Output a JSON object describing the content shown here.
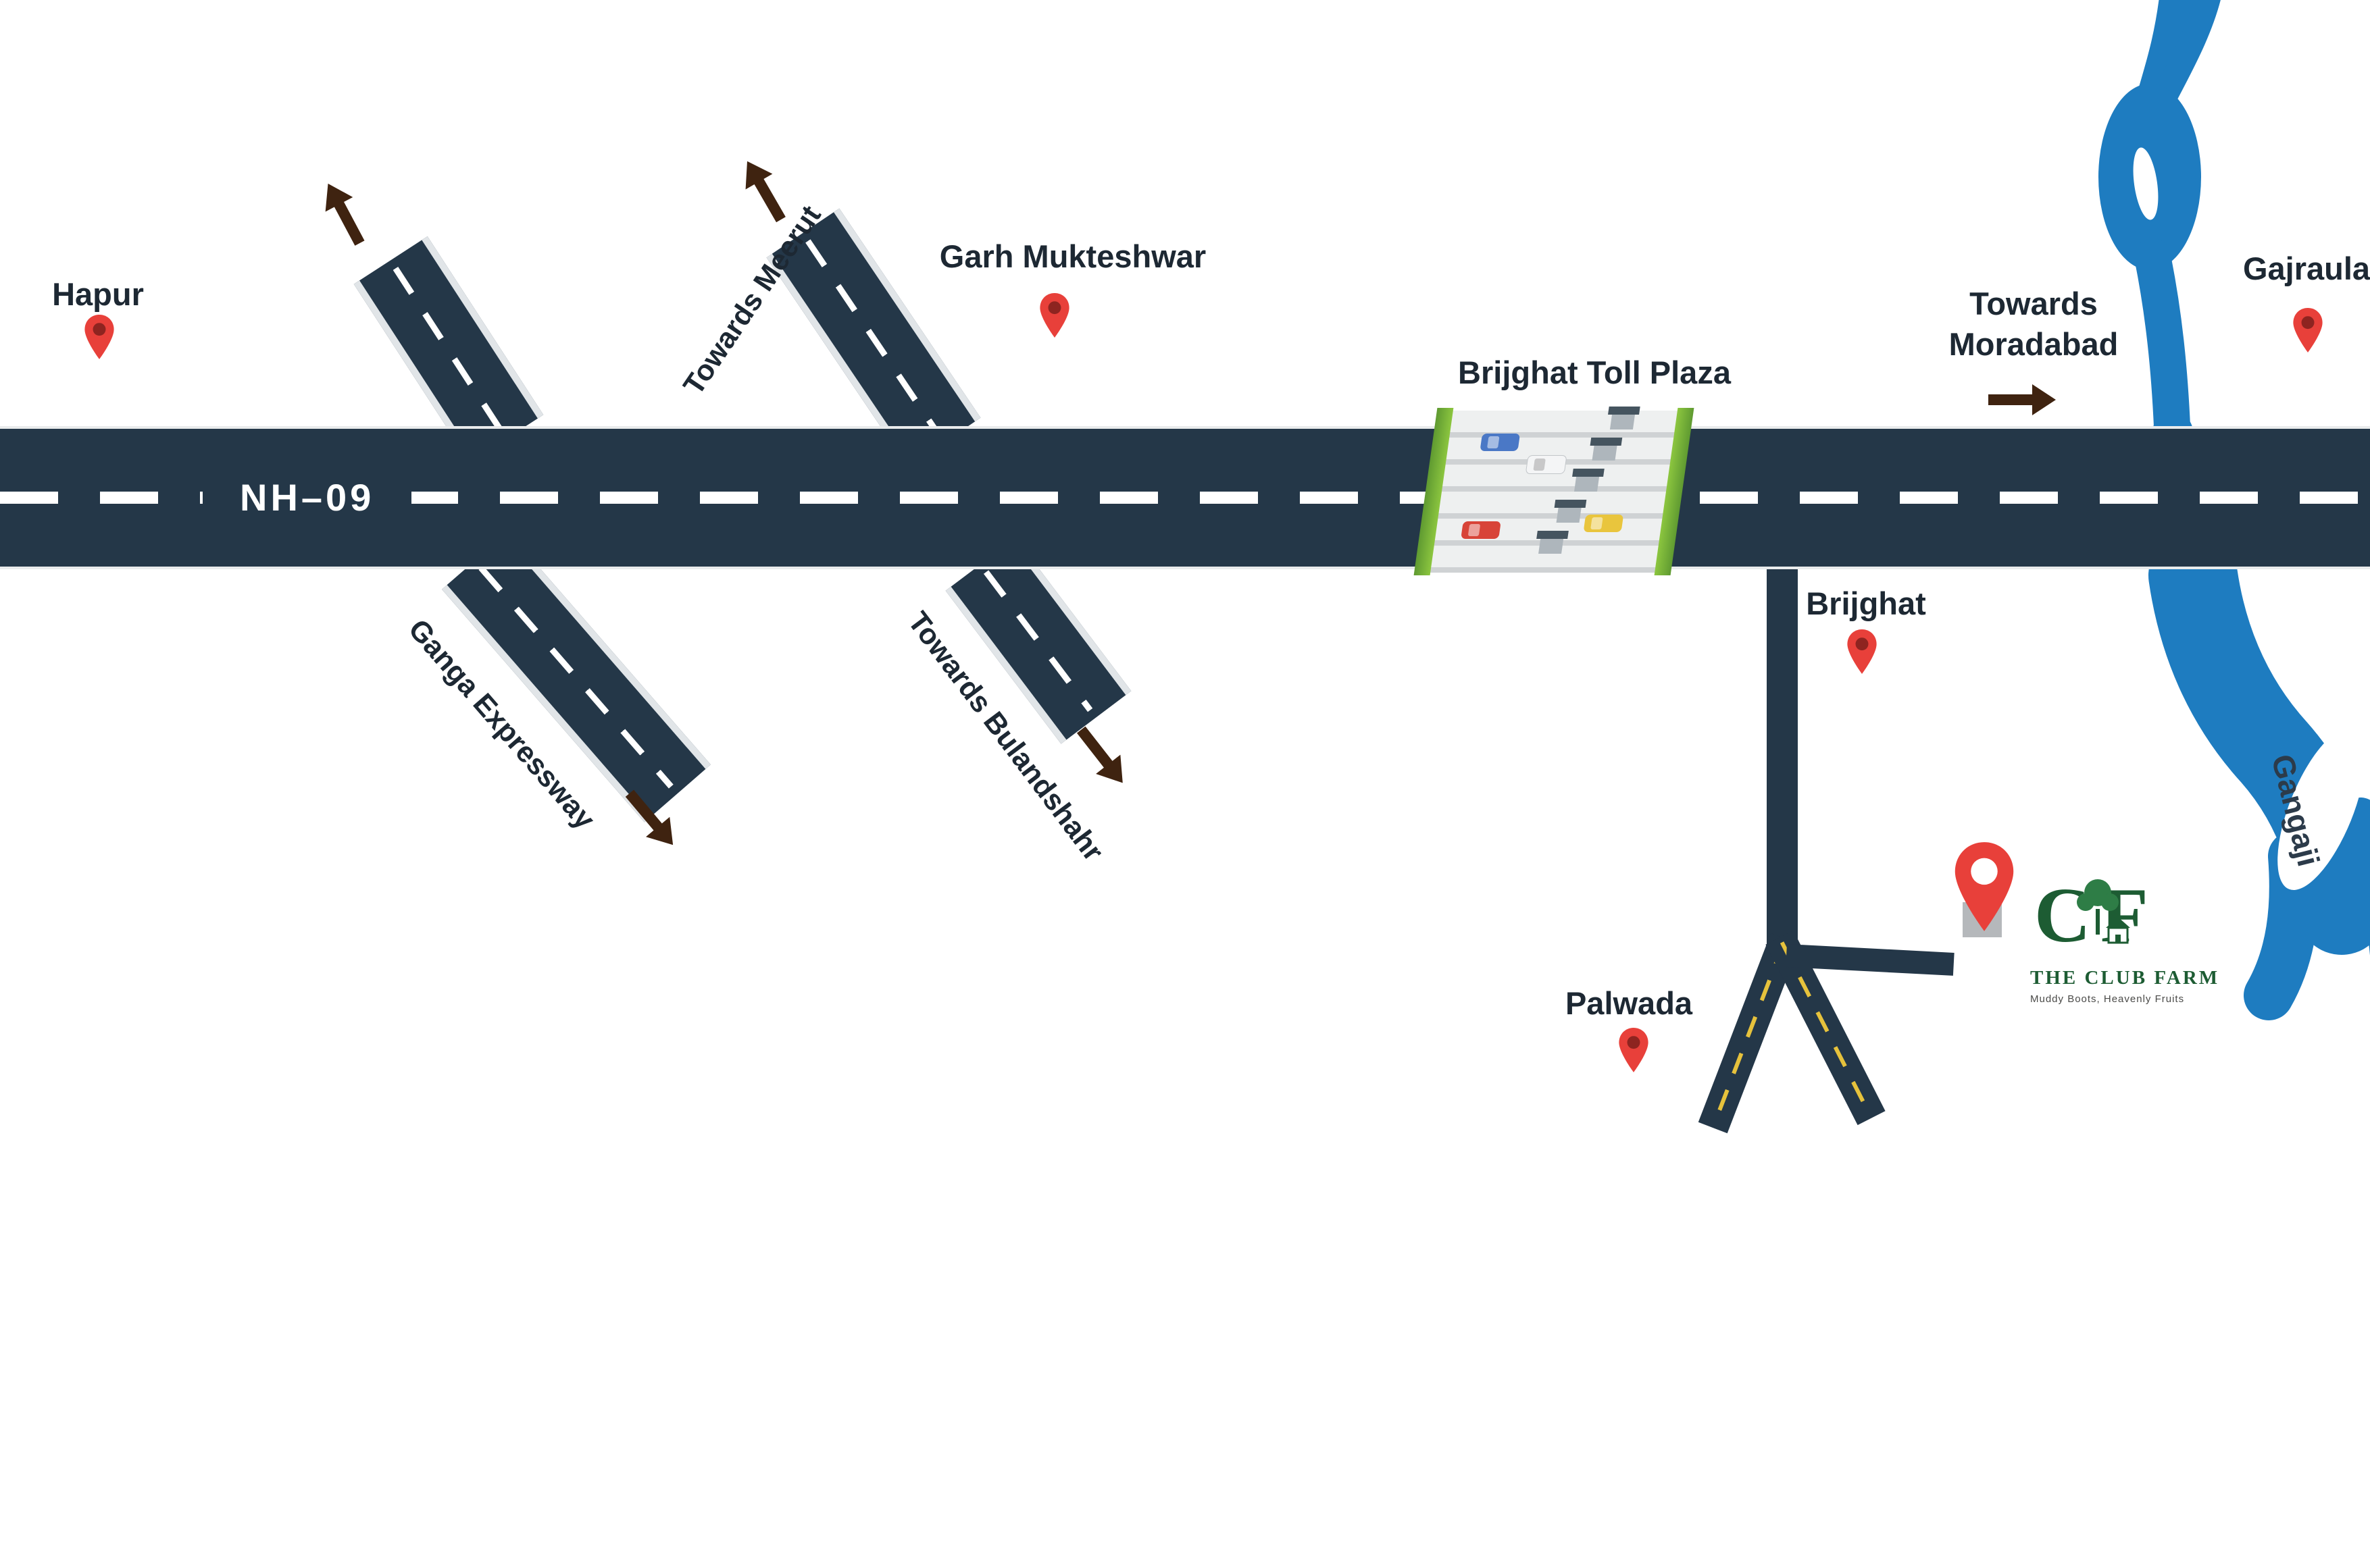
{
  "highway": {
    "label": "NH–09"
  },
  "places": {
    "hapur": "Hapur",
    "garh_mukteshwar": "Garh Mukteshwar",
    "gajraula": "Gajraula",
    "brijghat": "Brijghat",
    "palwada": "Palwada",
    "gangaji": "Gangaji"
  },
  "directions": {
    "towards_meerut": "Towards Meerut",
    "towards_bulandshahr": "Towards Bulandshahr",
    "towards_moradabad_line1": "Towards",
    "towards_moradabad_line2": "Moradabad",
    "ganga_expressway": "Ganga Expressway"
  },
  "toll_plaza": {
    "label": "Brijghat Toll Plaza"
  },
  "logo": {
    "monogram_c": "C",
    "monogram_f": "F",
    "name": "THE CLUB FARM",
    "tagline": "Muddy Boots, Heavenly Fruits"
  },
  "colors": {
    "road": "#243748",
    "river": "#1e7cc0",
    "pin_red": "#e8403a",
    "pin_hole": "#8e2420",
    "arrow_brown": "#3f2310",
    "logo_green": "#1d5c33",
    "lane_marking_white": "#ffffff",
    "lane_marking_yellow": "#e6c23c"
  }
}
